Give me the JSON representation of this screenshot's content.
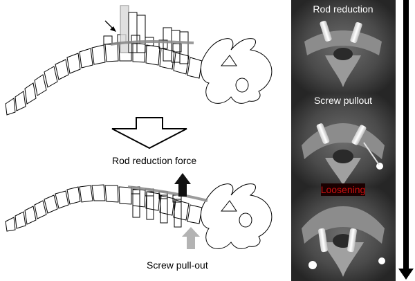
{
  "labels": {
    "rod_reduction_force": "Rod reduction force",
    "screw_pull_out": "Screw pull-out"
  },
  "ct_panels": [
    {
      "label": "Rod reduction",
      "label_color": "#ffffff",
      "label_bg": ""
    },
    {
      "label": "Screw pullout",
      "label_color": "#ffffff",
      "label_bg": ""
    },
    {
      "label": "Loosening",
      "label_color": "#cc1111",
      "label_bg": "#1a0000"
    }
  ],
  "colors": {
    "rod": "#8a8a8a",
    "reduction_arrow": "#111111",
    "pullout_arrow": "#b3b3b3",
    "outline": "#000000",
    "ct_background": "#2e2e2e",
    "timeline_arrow": "#000000"
  },
  "icons": {
    "process_arrow": "hollow-down-arrow",
    "pointer": "small-black-pointer-arrow",
    "timeline": "vertical-down-arrow"
  }
}
